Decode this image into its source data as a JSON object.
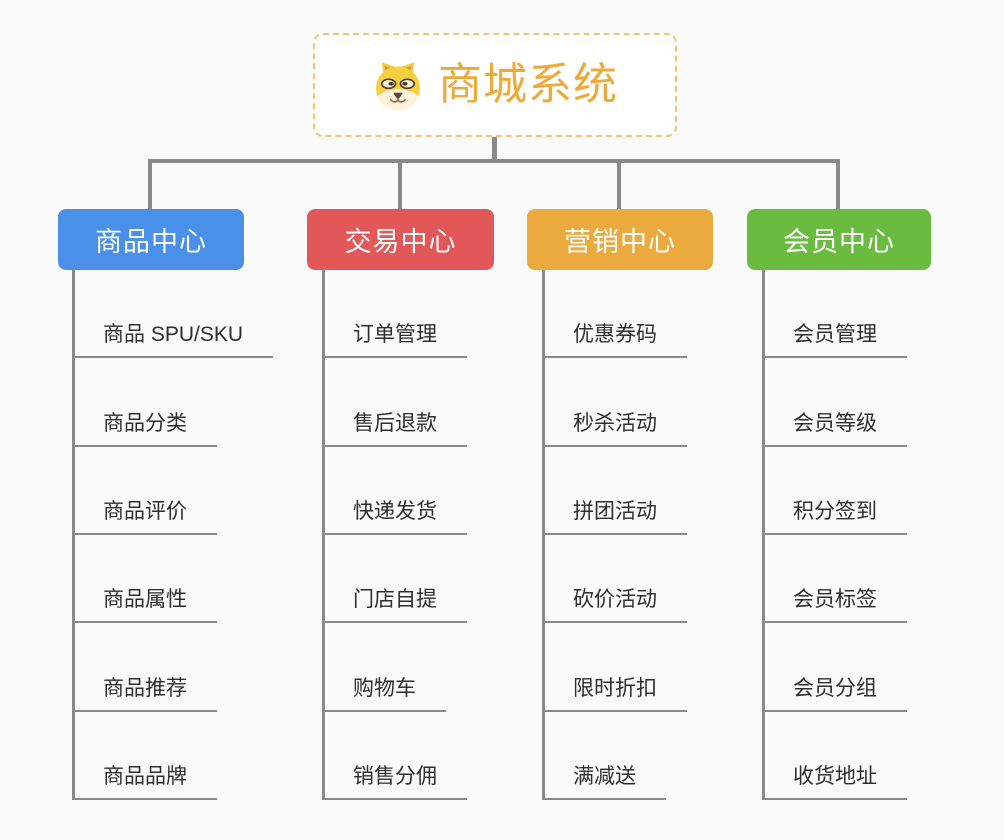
{
  "root": {
    "title": "商城系统",
    "icon": "shiba-dog-icon"
  },
  "branches": [
    {
      "id": "product-center",
      "label": "商品中心",
      "color": "#4a8fe8",
      "children": [
        "商品 SPU/SKU",
        "商品分类",
        "商品评价",
        "商品属性",
        "商品推荐",
        "商品品牌"
      ]
    },
    {
      "id": "trade-center",
      "label": "交易中心",
      "color": "#e25757",
      "children": [
        "订单管理",
        "售后退款",
        "快递发货",
        "门店自提",
        "购物车",
        "销售分佣"
      ]
    },
    {
      "id": "marketing-center",
      "label": "营销中心",
      "color": "#ebaa3e",
      "children": [
        "优惠券码",
        "秒杀活动",
        "拼团活动",
        "砍价活动",
        "限时折扣",
        "满减送"
      ]
    },
    {
      "id": "member-center",
      "label": "会员中心",
      "color": "#6cbb41",
      "children": [
        "会员管理",
        "会员等级",
        "积分签到",
        "会员标签",
        "会员分组",
        "收货地址"
      ]
    }
  ],
  "colors": {
    "canvas_background": "#fafafa",
    "connector": "#8a8a8a",
    "root_border": "#f4c46d",
    "root_text": "#efa938",
    "leaf_text": "#2e2e2e"
  }
}
